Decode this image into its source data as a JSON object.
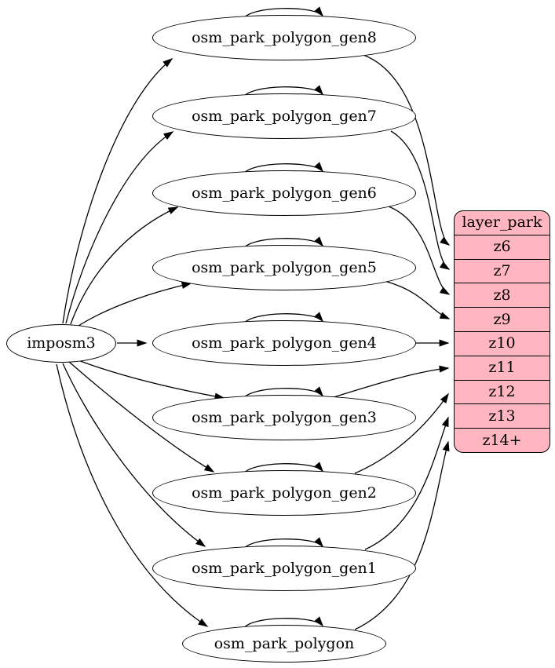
{
  "diagram": {
    "type": "graphviz-dependency-graph",
    "colors": {
      "background": "#ffffff",
      "edge": "#000000",
      "node_fill": "#ffffff",
      "node_border": "#000000",
      "record_fill": "#ffb6c1",
      "text": "#000000"
    },
    "nodes": [
      {
        "id": "imposm3",
        "label": "imposm3"
      },
      {
        "id": "osm_park_polygon_gen8",
        "label": "osm_park_polygon_gen8"
      },
      {
        "id": "osm_park_polygon_gen7",
        "label": "osm_park_polygon_gen7"
      },
      {
        "id": "osm_park_polygon_gen6",
        "label": "osm_park_polygon_gen6"
      },
      {
        "id": "osm_park_polygon_gen5",
        "label": "osm_park_polygon_gen5"
      },
      {
        "id": "osm_park_polygon_gen4",
        "label": "osm_park_polygon_gen4"
      },
      {
        "id": "osm_park_polygon_gen3",
        "label": "osm_park_polygon_gen3"
      },
      {
        "id": "osm_park_polygon_gen2",
        "label": "osm_park_polygon_gen2"
      },
      {
        "id": "osm_park_polygon_gen1",
        "label": "osm_park_polygon_gen1"
      },
      {
        "id": "osm_park_polygon",
        "label": "osm_park_polygon"
      }
    ],
    "record": {
      "id": "layer_park",
      "title": "layer_park",
      "rows": [
        "z6",
        "z7",
        "z8",
        "z9",
        "z10",
        "z11",
        "z12",
        "z13",
        "z14+"
      ]
    },
    "edges": [
      {
        "from": "imposm3",
        "to": "osm_park_polygon_gen8"
      },
      {
        "from": "imposm3",
        "to": "osm_park_polygon_gen7"
      },
      {
        "from": "imposm3",
        "to": "osm_park_polygon_gen6"
      },
      {
        "from": "imposm3",
        "to": "osm_park_polygon_gen5"
      },
      {
        "from": "imposm3",
        "to": "osm_park_polygon_gen4"
      },
      {
        "from": "imposm3",
        "to": "osm_park_polygon_gen3"
      },
      {
        "from": "imposm3",
        "to": "osm_park_polygon_gen2"
      },
      {
        "from": "imposm3",
        "to": "osm_park_polygon_gen1"
      },
      {
        "from": "imposm3",
        "to": "osm_park_polygon"
      },
      {
        "from": "osm_park_polygon_gen8",
        "to": "osm_park_polygon_gen8"
      },
      {
        "from": "osm_park_polygon_gen7",
        "to": "osm_park_polygon_gen7"
      },
      {
        "from": "osm_park_polygon_gen6",
        "to": "osm_park_polygon_gen6"
      },
      {
        "from": "osm_park_polygon_gen5",
        "to": "osm_park_polygon_gen5"
      },
      {
        "from": "osm_park_polygon_gen4",
        "to": "osm_park_polygon_gen4"
      },
      {
        "from": "osm_park_polygon_gen3",
        "to": "osm_park_polygon_gen3"
      },
      {
        "from": "osm_park_polygon_gen2",
        "to": "osm_park_polygon_gen2"
      },
      {
        "from": "osm_park_polygon_gen1",
        "to": "osm_park_polygon_gen1"
      },
      {
        "from": "osm_park_polygon",
        "to": "osm_park_polygon"
      },
      {
        "from": "osm_park_polygon_gen8",
        "to": "layer_park:z6"
      },
      {
        "from": "osm_park_polygon_gen7",
        "to": "layer_park:z7"
      },
      {
        "from": "osm_park_polygon_gen6",
        "to": "layer_park:z8"
      },
      {
        "from": "osm_park_polygon_gen5",
        "to": "layer_park:z9"
      },
      {
        "from": "osm_park_polygon_gen4",
        "to": "layer_park:z10"
      },
      {
        "from": "osm_park_polygon_gen3",
        "to": "layer_park:z11"
      },
      {
        "from": "osm_park_polygon_gen2",
        "to": "layer_park:z12"
      },
      {
        "from": "osm_park_polygon_gen1",
        "to": "layer_park:z13"
      },
      {
        "from": "osm_park_polygon",
        "to": "layer_park:z14+"
      }
    ]
  }
}
